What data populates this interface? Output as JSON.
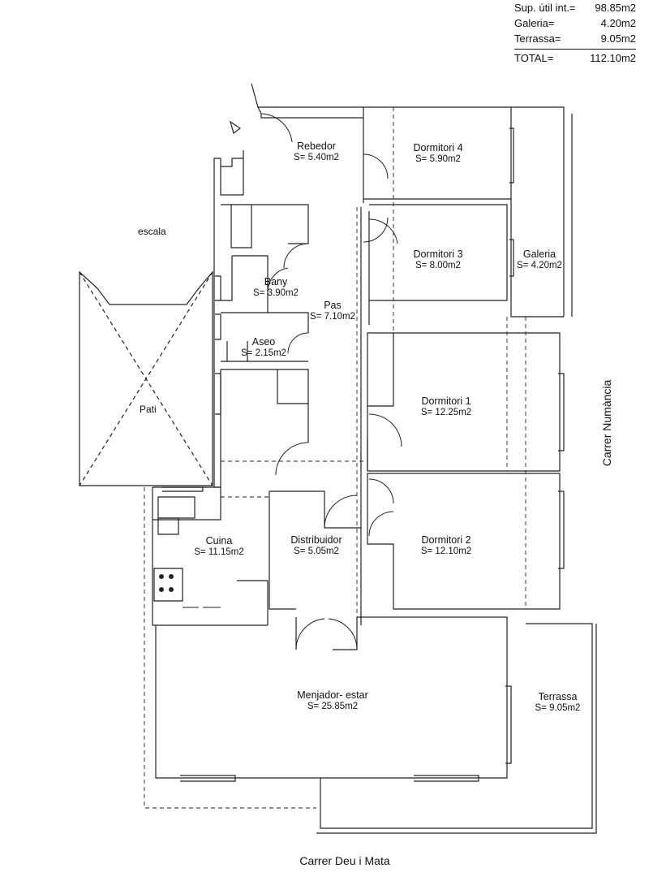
{
  "summary": {
    "rows": [
      {
        "label": "Sup. útil int.=",
        "value": "98.85m2"
      },
      {
        "label": "Galeria=",
        "value": "4.20m2"
      },
      {
        "label": "Terrassa=",
        "value": "9.05m2"
      }
    ],
    "total": {
      "label": "TOTAL=",
      "value": "112.10m2"
    }
  },
  "rooms": {
    "rebedor": {
      "name": "Rebedor",
      "area": "S= 5.40m2"
    },
    "dormitori4": {
      "name": "Dormitori 4",
      "area": "S= 5.90m2"
    },
    "dormitori3": {
      "name": "Dormitori 3",
      "area": "S= 8.00m2"
    },
    "galeria": {
      "name": "Galeria",
      "area": "S= 4.20m2"
    },
    "bany": {
      "name": "Bany",
      "area": "S= 3.90m2"
    },
    "pas": {
      "name": "Pas",
      "area": "S= 7.10m2"
    },
    "aseo": {
      "name": "Aseo",
      "area": "S= 2.15m2"
    },
    "dormitori1": {
      "name": "Dormitori 1",
      "area": "S= 12.25m2"
    },
    "cuina": {
      "name": "Cuina",
      "area": "S= 11.15m2"
    },
    "distribuidor": {
      "name": "Distribuidor",
      "area": "S= 5.05m2"
    },
    "dormitori2": {
      "name": "Dormitori 2",
      "area": "S= 12.10m2"
    },
    "menjador": {
      "name": "Menjador- estar",
      "area": "S= 25.85m2"
    },
    "terrassa": {
      "name": "Terrassa",
      "area": "S= 9.05m2"
    }
  },
  "labels": {
    "escala": "escala",
    "pati": "Pati"
  },
  "streets": {
    "bottom": "Carrer Deu i Mata",
    "right": "Carrer Numància"
  }
}
